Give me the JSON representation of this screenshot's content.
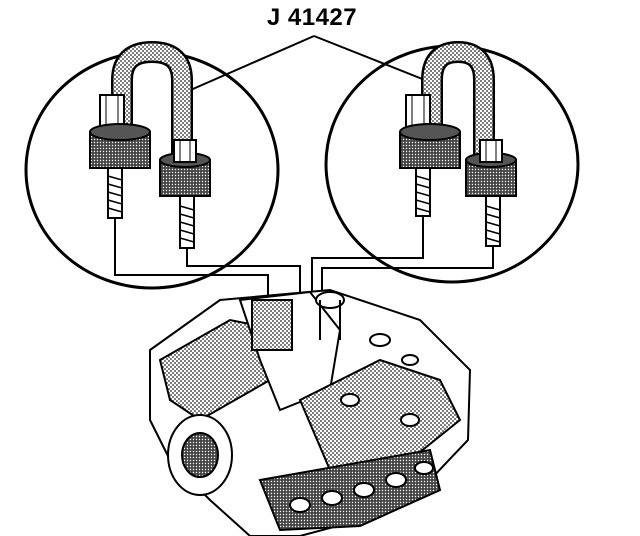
{
  "callout": {
    "label": "J 41427"
  },
  "tools": [
    {
      "id": "left-lift-bracket",
      "icon": "lifting-bracket-icon"
    },
    {
      "id": "right-lift-bracket",
      "icon": "lifting-bracket-icon"
    }
  ],
  "engine": {
    "icon": "v8-engine-icon"
  },
  "colors": {
    "line": "#000000",
    "background": "#ffffff",
    "hatch": "#333333"
  }
}
